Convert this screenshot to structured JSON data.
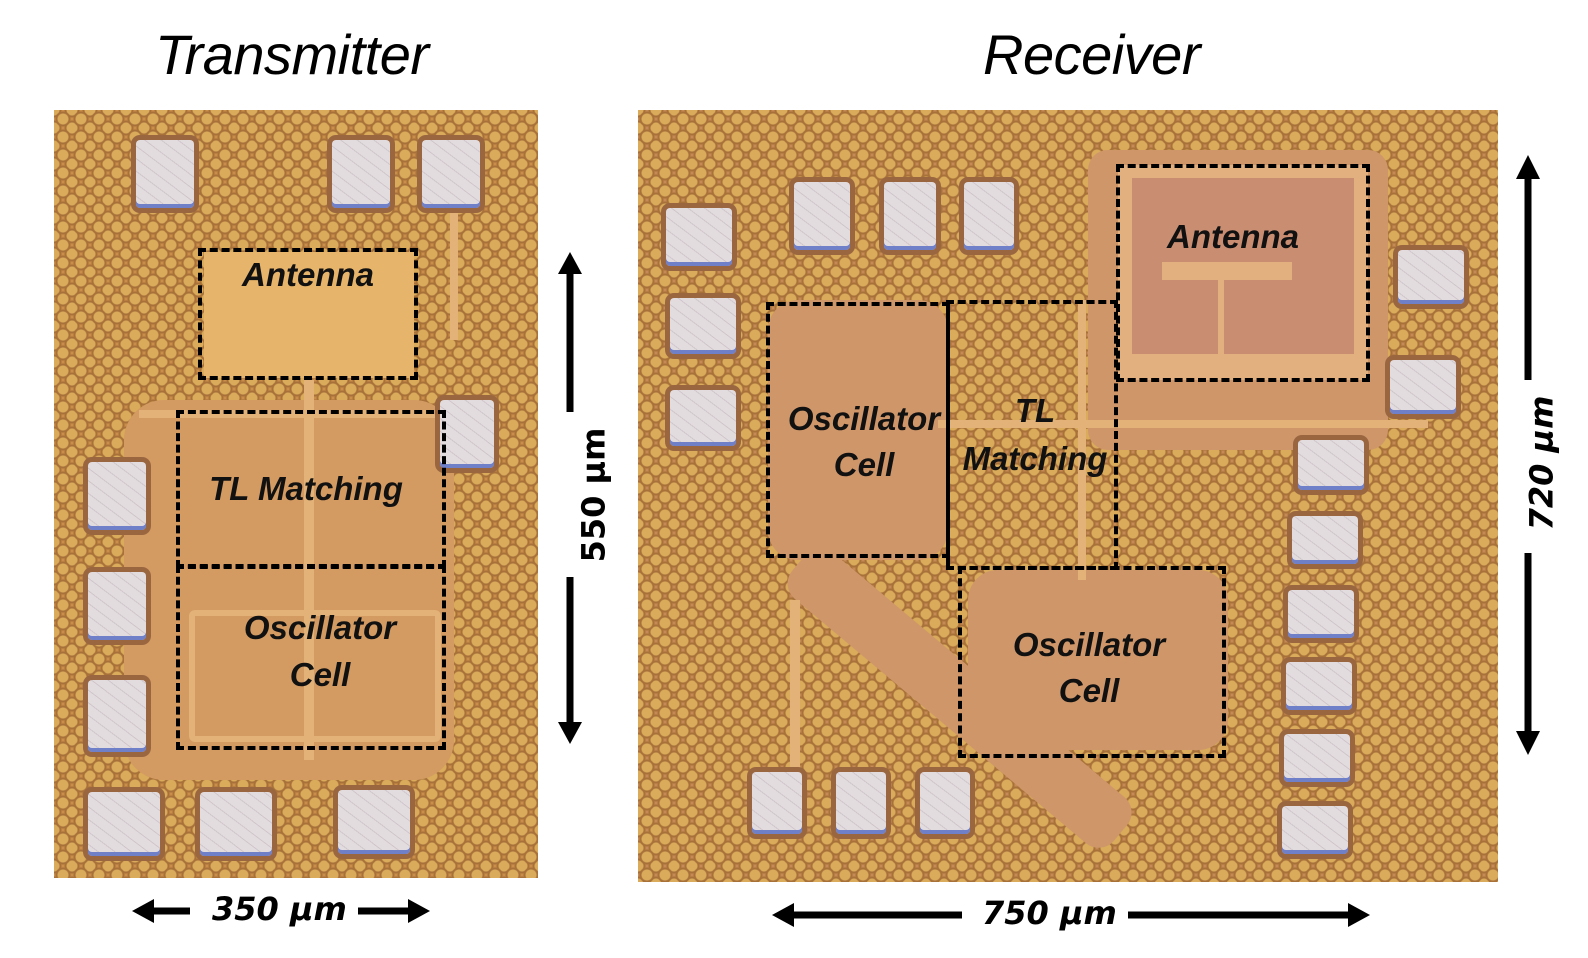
{
  "figure": {
    "transmitter": {
      "title": "Transmitter",
      "blocks": {
        "antenna": "Antenna",
        "tl_matching": "TL Matching",
        "oscillator_line1": "Oscillator",
        "oscillator_line2": "Cell"
      },
      "dimensions": {
        "width": "350 μm",
        "height": "550 μm"
      }
    },
    "receiver": {
      "title": "Receiver",
      "blocks": {
        "antenna": "Antenna",
        "osc1_line1": "Oscillator",
        "osc1_line2": "Cell",
        "tl_line1": "TL",
        "tl_line2": "Matching",
        "osc2_line1": "Oscillator",
        "osc2_line2": "Cell"
      },
      "dimensions": {
        "width": "750 μm",
        "height": "720 μm"
      }
    },
    "colors": {
      "die_copper": "#c98e4a",
      "pad_aluminum": "#e3dcdf",
      "annotation": "#000000"
    }
  }
}
